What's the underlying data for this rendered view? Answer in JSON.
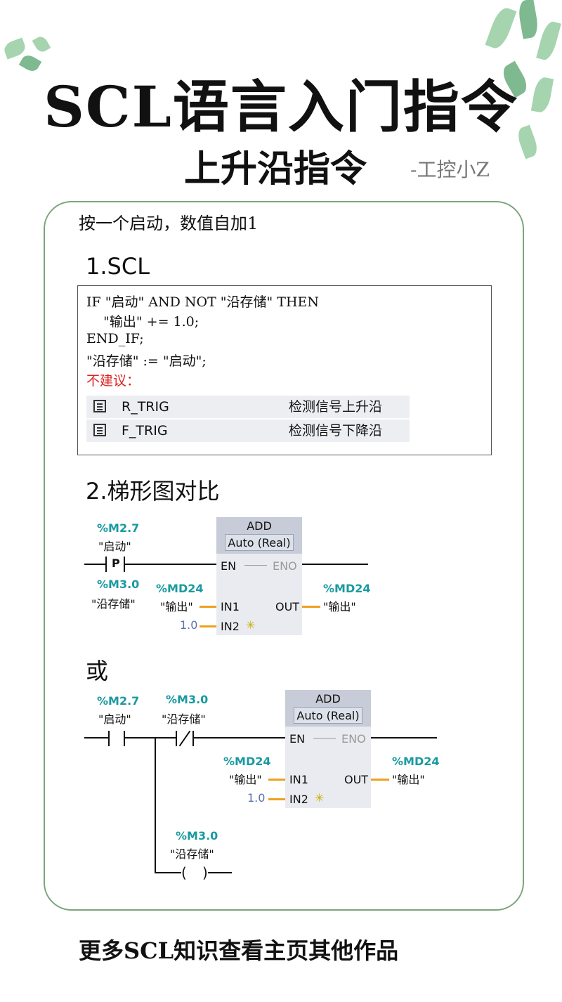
{
  "header": {
    "title": "SCL语言入门指令",
    "subtitle": "上升沿指令",
    "author": "-工控小Z"
  },
  "intro": "按一个启动，数值自加1",
  "section1": {
    "heading": "1.SCL",
    "code_lines": [
      "IF \"启动\" AND NOT \"沿存储\" THEN",
      "    \"输出\" += 1.0;",
      "END_IF;",
      "\"沿存储\" := \"启动\";"
    ],
    "warning": "不建议：",
    "instructions": [
      {
        "name": "R_TRIG",
        "desc": "检测信号上升沿",
        "icon": "function-block-icon"
      },
      {
        "name": "F_TRIG",
        "desc": "检测信号下降沿",
        "icon": "function-block-icon"
      }
    ]
  },
  "section2": {
    "heading": "2.梯形图对比",
    "rung1": {
      "contact_addr": "%M2.7",
      "contact_name": "\"启动\"",
      "contact_type": "P",
      "mem_addr": "%M3.0",
      "mem_name": "\"沿存储\"",
      "block_name": "ADD",
      "block_type": "Auto (Real)",
      "en": "EN",
      "eno": "ENO",
      "in1": "IN1",
      "in2": "IN2",
      "out": "OUT",
      "in1_addr": "%MD24",
      "in1_name": "\"输出\"",
      "in2_val": "1.0",
      "out_addr": "%MD24",
      "out_name": "\"输出\""
    },
    "or_label": "或",
    "rung2": {
      "c1_addr": "%M2.7",
      "c1_name": "\"启动\"",
      "c2_addr": "%M3.0",
      "c2_name": "\"沿存储\"",
      "block_name": "ADD",
      "block_type": "Auto (Real)",
      "en": "EN",
      "eno": "ENO",
      "in1": "IN1",
      "in2": "IN2",
      "out": "OUT",
      "in1_addr": "%MD24",
      "in1_name": "\"输出\"",
      "in2_val": "1.0",
      "out_addr": "%MD24",
      "out_name": "\"输出\"",
      "coil_addr": "%M3.0",
      "coil_name": "\"沿存储\""
    }
  },
  "footer": "更多SCL知识查看主页其他作品",
  "colors": {
    "border": "#7aa57c",
    "tag": "#1a9aa0",
    "warning": "#dd2222",
    "wire": "#f0a020"
  }
}
